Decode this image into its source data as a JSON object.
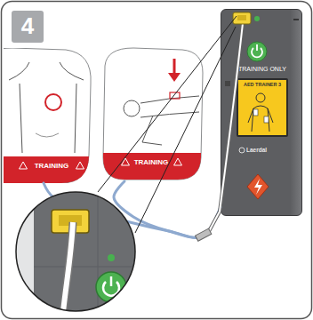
{
  "diagram": {
    "nodes": [
      {
        "text": [
          "4"
        ]
      },
      {
        "text": [
          "TRAINING"
        ]
      },
      {
        "text": [
          "TRAINING"
        ]
      },
      {
        "text": [
          "TRAINING ONLY",
          "Laerdal"
        ]
      },
      {
        "text": [
          "AED TRAINER 3"
        ],
        "in": 3
      }
    ],
    "edges": [
      {
        "from": 1,
        "to": 3,
        "arrow": "none"
      },
      {
        "from": 2,
        "to": 3,
        "arrow": "none"
      }
    ]
  }
}
